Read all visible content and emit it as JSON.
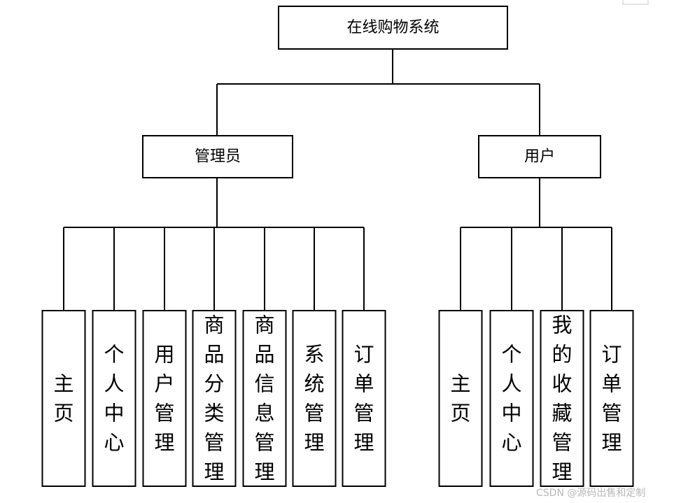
{
  "diagram": {
    "root": {
      "label": "在线购物系统"
    },
    "branches": [
      {
        "label": "管理员",
        "children": [
          "主页",
          "个人中心",
          "用户管理",
          "商品分类管理",
          "商品信息管理",
          "系统管理",
          "订单管理"
        ]
      },
      {
        "label": "用户",
        "children": [
          "主页",
          "个人中心",
          "我的收藏管理",
          "订单管理"
        ]
      }
    ]
  },
  "watermark": "CSDN @源码出售和定制"
}
